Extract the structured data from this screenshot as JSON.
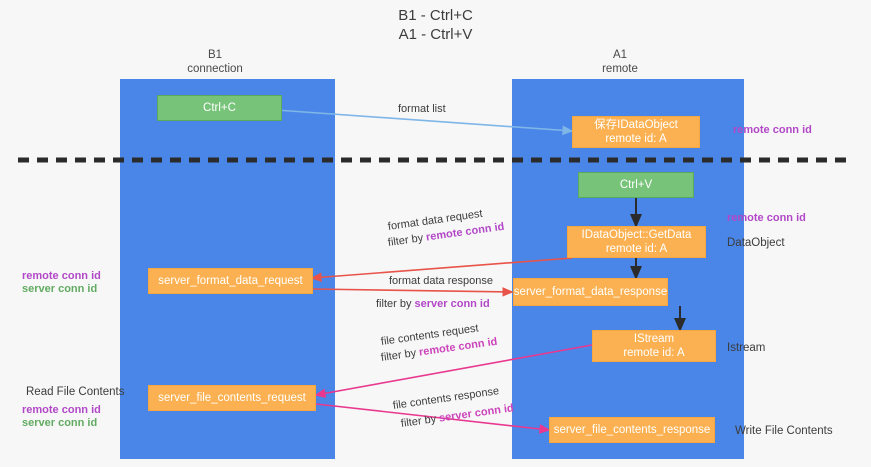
{
  "title": {
    "line1": "B1 - Ctrl+C",
    "line2": "A1 - Ctrl+V"
  },
  "columns": [
    {
      "name": "B1",
      "role": "connection"
    },
    {
      "name": "A1",
      "role": "remote"
    }
  ],
  "nodes": {
    "ctrl_c": {
      "label": "Ctrl+C",
      "color": "#77c379"
    },
    "ctrl_v": {
      "label": "Ctrl+V",
      "color": "#77c379"
    },
    "idataobject": {
      "label": "保存IDataObject",
      "sub": "remote id: A",
      "color": "#fbb151"
    },
    "getdata": {
      "label": "IDataObject::GetData",
      "sub": "remote id: A",
      "color": "#fbb151"
    },
    "istream": {
      "label": "IStream",
      "sub": "remote id: A",
      "color": "#fbb151"
    },
    "fmt_req": {
      "label": "server_format_data_request",
      "color": "#fbb151"
    },
    "fmt_resp": {
      "label": "server_format_data_response",
      "color": "#fbb151"
    },
    "file_req": {
      "label": "server_file_contents_request",
      "color": "#fbb151"
    },
    "file_resp": {
      "label": "server_file_contents_response",
      "color": "#fbb151"
    }
  },
  "edges": {
    "format_list": {
      "line1": "format list"
    },
    "format_data_request": {
      "line1": "format data request",
      "prefix2": "filter by ",
      "hl2": "remote conn id"
    },
    "format_data_response": {
      "line1": "format data response",
      "prefix2": "filter by ",
      "hl2": "server conn id"
    },
    "file_contents_request": {
      "line1": "file contents request",
      "prefix2": "filter by ",
      "hl2": "remote conn id"
    },
    "file_contents_response": {
      "line1": "file contents response",
      "prefix2": "filter by ",
      "hl2": "server conn id"
    }
  },
  "right_captions": {
    "remote_conn_id_top": "remote conn id",
    "remote_conn_id_mid": "remote conn id",
    "dataobject": "DataObject",
    "istream": "Istream",
    "write_file_contents": "Write File Contents"
  },
  "left_captions": {
    "remote_conn_id": "remote conn id",
    "server_conn_id": "server conn id",
    "read_file_contents": "Read File Contents",
    "remote_conn_id_2": "remote conn id",
    "server_conn_id_2": "server conn id"
  },
  "colors": {
    "lane": "#4a86e8",
    "green_node": "#77c379",
    "orange_node": "#fbb151",
    "purple": "#b248c8",
    "green_text": "#62ab62",
    "magenta_arrow": "#e8388f",
    "red_arrow": "#e8534a",
    "blue_arrow": "#7eb6e8",
    "divider": "#2b2b2b",
    "background": "#f7f7f7"
  }
}
